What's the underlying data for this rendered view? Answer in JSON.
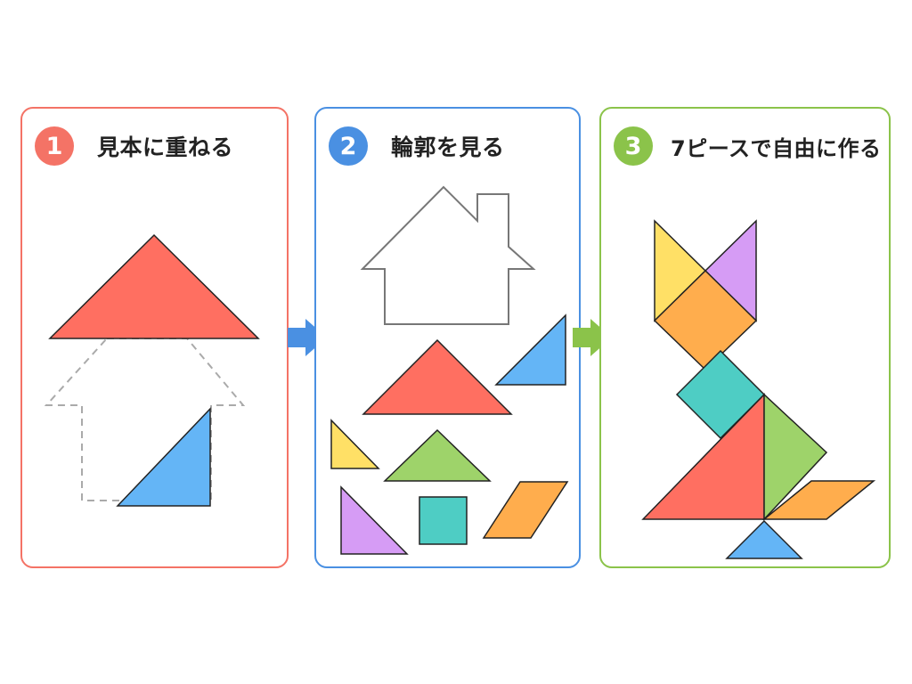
{
  "steps": [
    {
      "number": "1",
      "title": "見本に重ねる",
      "color": "#F47366"
    },
    {
      "number": "2",
      "title": "輪郭を見る",
      "color": "#4A90E2"
    },
    {
      "number": "3",
      "title": "7ピースで自由に作る",
      "color": "#8BC34A"
    }
  ],
  "piece_colors": {
    "red": "#FF6F61",
    "blue": "#64B5F6",
    "yellow": "#FFE066",
    "green": "#9ED36A",
    "purple": "#D69CF5",
    "teal": "#4ECDC4",
    "orange": "#FFAD4D"
  },
  "arrows": [
    {
      "name": "arrow-1-to-2",
      "color": "#4A90E2"
    },
    {
      "name": "arrow-2-to-3",
      "color": "#8BC34A"
    }
  ]
}
